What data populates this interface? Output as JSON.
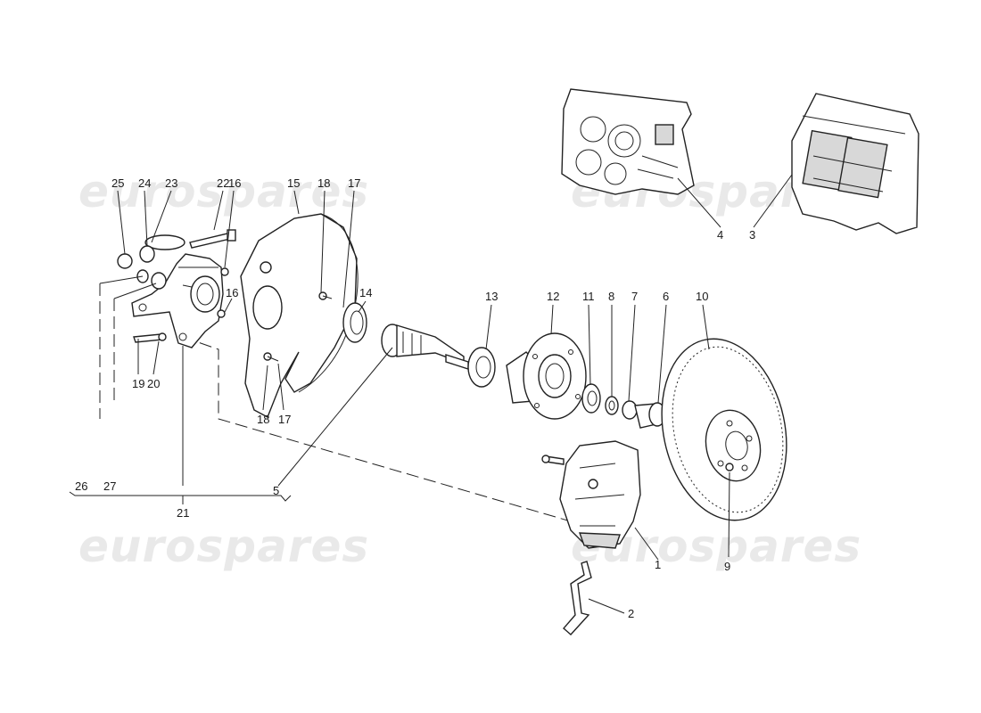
{
  "watermark": {
    "text": "eurospares"
  },
  "callouts": {
    "c1": "1",
    "c2": "2",
    "c3": "3",
    "c4": "4",
    "c5": "5",
    "c6": "6",
    "c7": "7",
    "c8": "8",
    "c9": "9",
    "c10": "10",
    "c11": "11",
    "c12": "12",
    "c13": "13",
    "c14": "14",
    "c15": "15",
    "c16a": "16",
    "c16b": "16",
    "c17a": "17",
    "c17b": "17",
    "c18a": "18",
    "c18b": "18",
    "c19": "19",
    "c20": "20",
    "c21": "21",
    "c22": "22",
    "c23": "23",
    "c24": "24",
    "c25": "25",
    "c26": "26",
    "c27": "27"
  }
}
